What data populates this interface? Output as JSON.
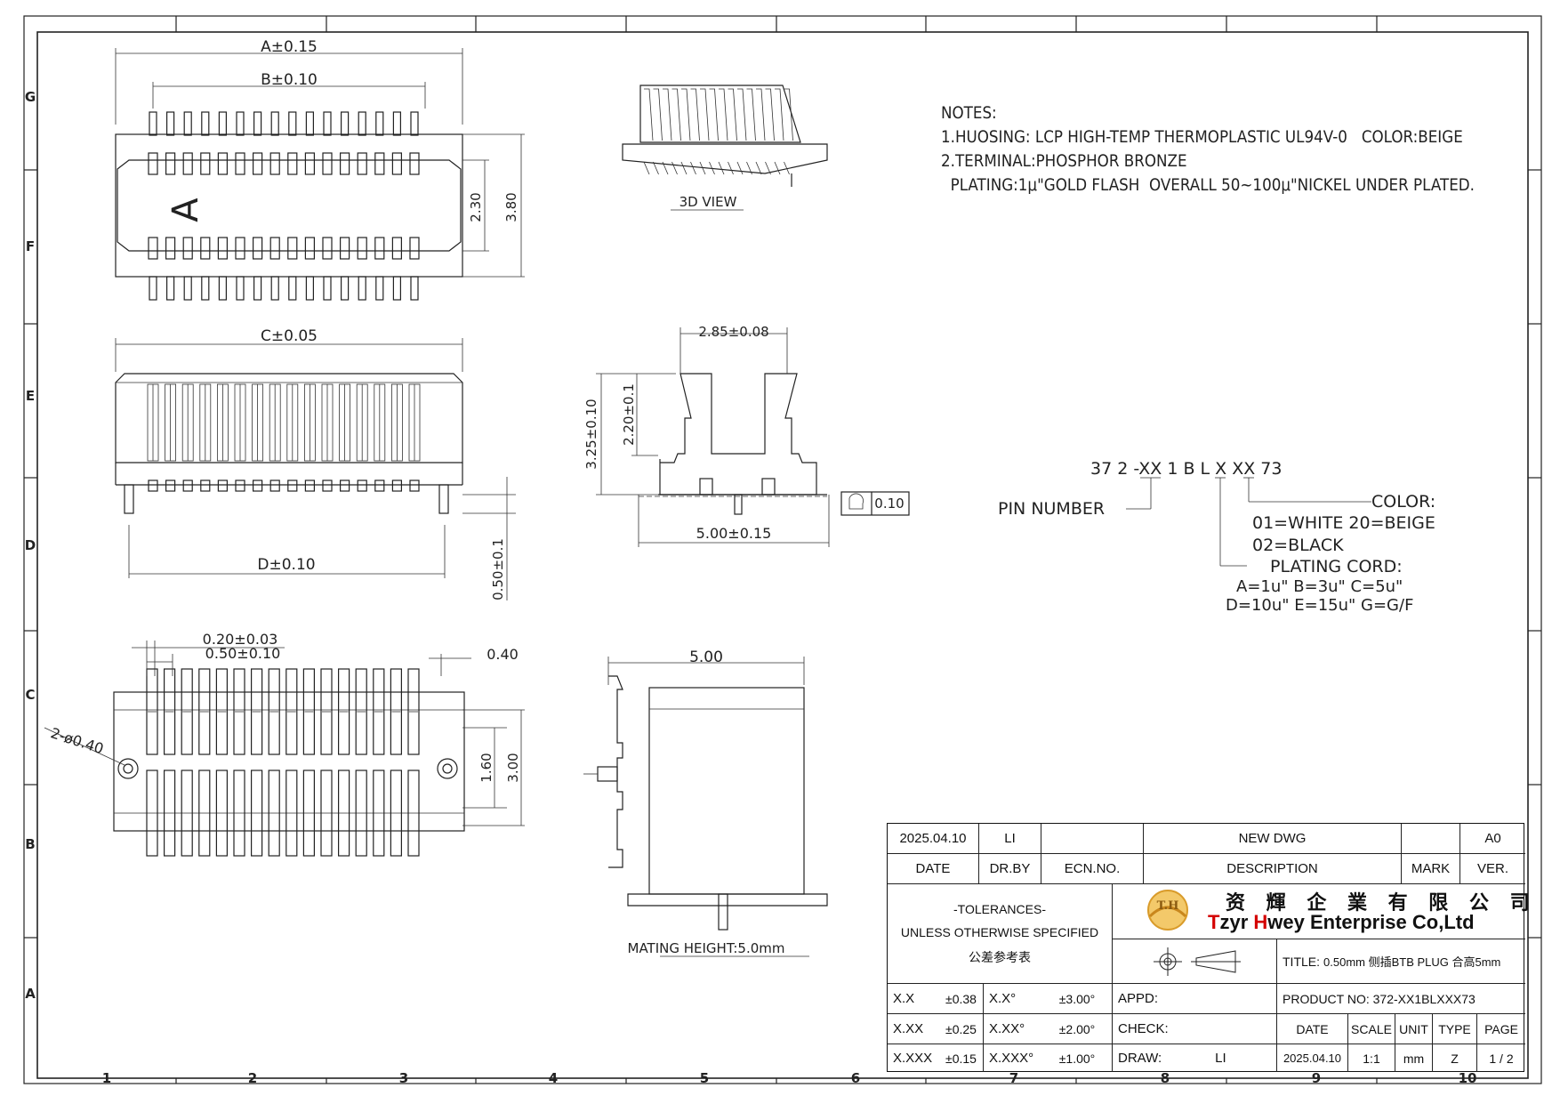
{
  "dims": {
    "a": "A±0.15",
    "b": "B±0.10",
    "c": "C±0.05",
    "d": "D±0.10",
    "h230": "2.30",
    "h380": "3.80",
    "pin_letter": "A",
    "w285": "2.85±0.08",
    "h325": "3.25±0.10",
    "h220": "2.20±0.1",
    "w500a": "5.00±0.15",
    "flat": "0.10",
    "h050": "0.50±0.1",
    "w020": "0.20±0.03",
    "w050": "0.50±0.10",
    "w040": "0.40",
    "hole": "2-ø0.40",
    "h160": "1.60",
    "h300": "3.00",
    "w500": "5.00",
    "view3d": "3D  VIEW",
    "mating": "MATING  HEIGHT:5.0mm"
  },
  "grid": {
    "rows": [
      "G",
      "F",
      "E",
      "D",
      "C",
      "B",
      "A"
    ],
    "cols": [
      "1",
      "2",
      "3",
      "4",
      "5",
      "6",
      "7",
      "8",
      "9",
      "10"
    ]
  },
  "notes": {
    "title": "NOTES:",
    "l1": "1.HUOSING: LCP HIGH-TEMP THERMOPLASTIC UL94V-0   COLOR:BEIGE",
    "l2": "2.TERMINAL:PHOSPHOR BRONZE",
    "l3": "  PLATING:1μ\"GOLD FLASH  OVERALL 50~100μ\"NICKEL UNDER PLATED."
  },
  "pn": {
    "code": "37 2 -XX 1 B L X XX 73",
    "pin_number": "PIN NUMBER",
    "color": "COLOR:",
    "c1": "01=WHITE  20=BEIGE",
    "c2": "02=BLACK",
    "plating": "PLATING CORD:",
    "p1": "A=1u\"  B=3u\"  C=5u\"",
    "p2": "D=10u\" E=15u\" G=G/F"
  },
  "tb": {
    "date": "2025.04.10",
    "drby_v": "LI",
    "desc_v": "NEW DWG",
    "ver_v": "A0",
    "date_h": "DATE",
    "drby_h": "DR.BY",
    "ecn_h": "ECN.NO.",
    "desc_h": "DESCRIPTION",
    "mark_h": "MARK",
    "ver_h": "VER.",
    "tol1": "-TOLERANCES-",
    "tol2": "UNLESS OTHERWISE SPECIFIED",
    "tol3": "公差参考表",
    "company_cn": "资 輝 企 業 有 限 公 司",
    "company_r1": "T",
    "company_b1": "zyr ",
    "company_r2": "H",
    "company_b2": "wey Enterprise Co,Ltd",
    "logo": "T.H",
    "title_h": "TITLE:",
    "title_v": "0.50mm  侧插BTB  PLUG 合高5mm",
    "xx": "X.X",
    "xx_v": "±0.38",
    "xxa": "X.X°",
    "xxa_v": "±3.00°",
    "xxx": "X.XX",
    "xxx_v": "±0.25",
    "xxxa": "X.XX°",
    "xxxa_v": "±2.00°",
    "x3": "X.XXX",
    "x3_v": "±0.15",
    "x3a": "X.XXX°",
    "x3a_v": "±1.00°",
    "appd": "APPD:",
    "check": "CHECK:",
    "draw": "DRAW:",
    "draw_v": "LI",
    "product": "PRODUCT NO: 372-XX1BLXXX73",
    "d_h": "DATE",
    "scale_h": "SCALE",
    "unit_h": "UNIT",
    "type_h": "TYPE",
    "page_h": "PAGE",
    "d_v": "2025.04.10",
    "scale_v": "1:1",
    "unit_v": "mm",
    "type_v": "Z",
    "page_v": "1 / 2"
  }
}
